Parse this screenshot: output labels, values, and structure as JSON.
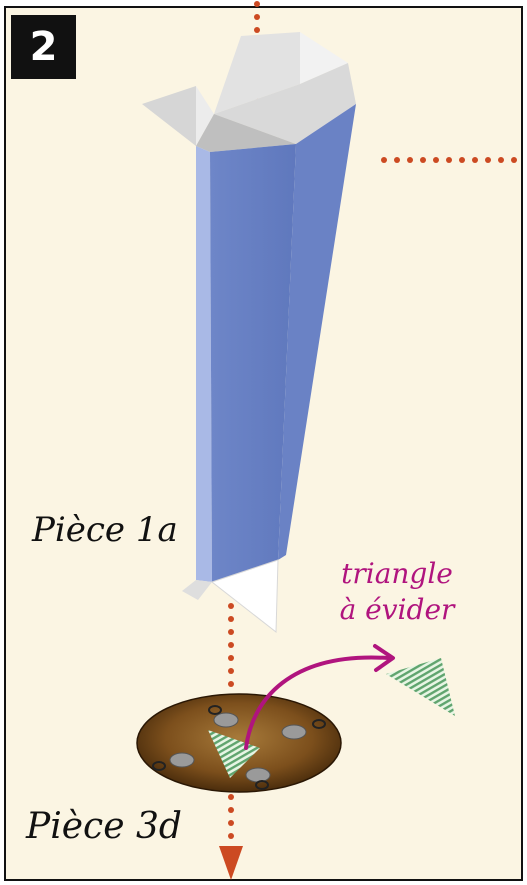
{
  "step": {
    "number": "2"
  },
  "labels": {
    "piece_1a": "Pièce 1a",
    "piece_3d": "Pièce 3d",
    "triangle_line1": "triangle",
    "triangle_line2": "à évider"
  },
  "colors": {
    "background": "#fbf5e3",
    "border": "#111111",
    "arrow": "#cc4a22",
    "highlight_text": "#b0147e",
    "column_blue": "#6f86c8",
    "column_blue_light": "#a9b9e6",
    "paper_white": "#e9e9e9",
    "triangle_green": "#6fb07a",
    "disc_brown": "#8a5a1e"
  }
}
